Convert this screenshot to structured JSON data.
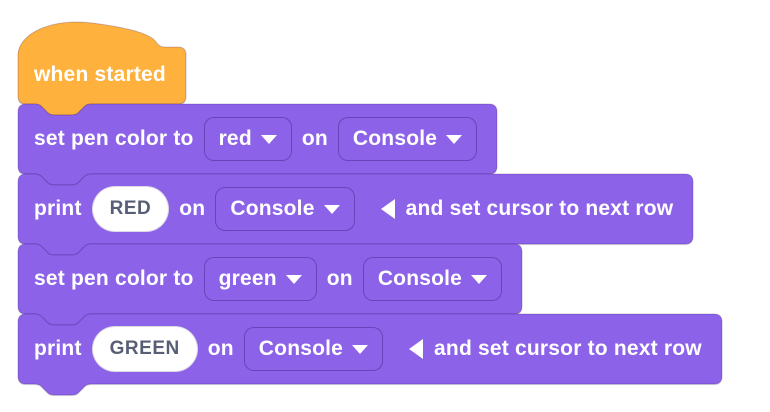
{
  "app": {
    "kind": "block-programming-editor",
    "canvas_background": "#ffffff"
  },
  "colors": {
    "hat_fill": "#FFB13E",
    "statement_fill": "#8C62E8",
    "block_outline": "rgba(30,0,80,0.22)",
    "block_text": "#ffffff",
    "input_bg": "#ffffff",
    "input_text": "#575E75"
  },
  "script": {
    "blocks": [
      {
        "type": "hat",
        "name": "when-started-block",
        "label": "when started"
      },
      {
        "type": "statement",
        "name": "set-pen-color-red-block",
        "parts": [
          {
            "t": "text",
            "v": "set pen color to"
          },
          {
            "t": "dropdown",
            "v": "red",
            "icon": "caret-down-icon"
          },
          {
            "t": "text",
            "v": "on"
          },
          {
            "t": "dropdown",
            "v": "Console",
            "icon": "caret-down-icon"
          }
        ]
      },
      {
        "type": "statement",
        "name": "print-red-block",
        "parts": [
          {
            "t": "text",
            "v": "print"
          },
          {
            "t": "input",
            "v": "RED"
          },
          {
            "t": "text",
            "v": "on"
          },
          {
            "t": "dropdown",
            "v": "Console",
            "icon": "caret-down-icon"
          },
          {
            "t": "collapse",
            "icon": "collapse-arrow-icon"
          },
          {
            "t": "text",
            "v": "and set cursor to next row"
          }
        ]
      },
      {
        "type": "statement",
        "name": "set-pen-color-green-block",
        "parts": [
          {
            "t": "text",
            "v": "set pen color to"
          },
          {
            "t": "dropdown",
            "v": "green",
            "icon": "caret-down-icon"
          },
          {
            "t": "text",
            "v": "on"
          },
          {
            "t": "dropdown",
            "v": "Console",
            "icon": "caret-down-icon"
          }
        ]
      },
      {
        "type": "statement",
        "name": "print-green-block",
        "parts": [
          {
            "t": "text",
            "v": "print"
          },
          {
            "t": "input",
            "v": "GREEN"
          },
          {
            "t": "text",
            "v": "on"
          },
          {
            "t": "dropdown",
            "v": "Console",
            "icon": "caret-down-icon"
          },
          {
            "t": "collapse",
            "icon": "collapse-arrow-icon"
          },
          {
            "t": "text",
            "v": "and set cursor to next row"
          }
        ]
      }
    ]
  }
}
